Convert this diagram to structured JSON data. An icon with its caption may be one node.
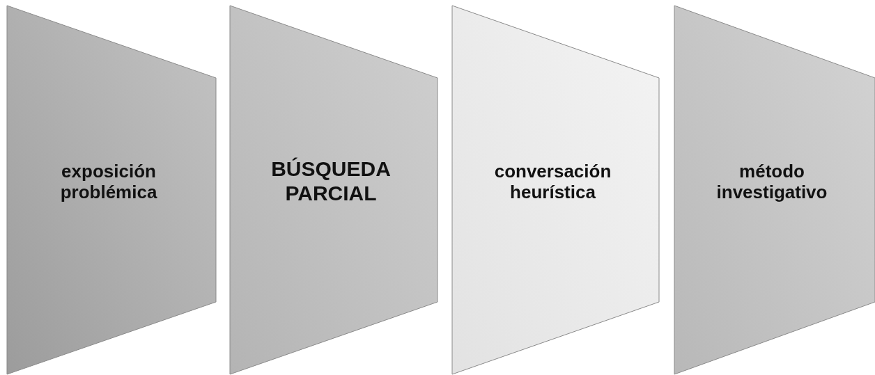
{
  "diagram": {
    "nodes": [
      {
        "text": [
          "exposición problémica"
        ]
      },
      {
        "text": [
          "BÚSQUEDA PARCIAL"
        ]
      },
      {
        "text": [
          "conversación heurística"
        ]
      },
      {
        "text": [
          "método investigativo"
        ]
      }
    ]
  }
}
